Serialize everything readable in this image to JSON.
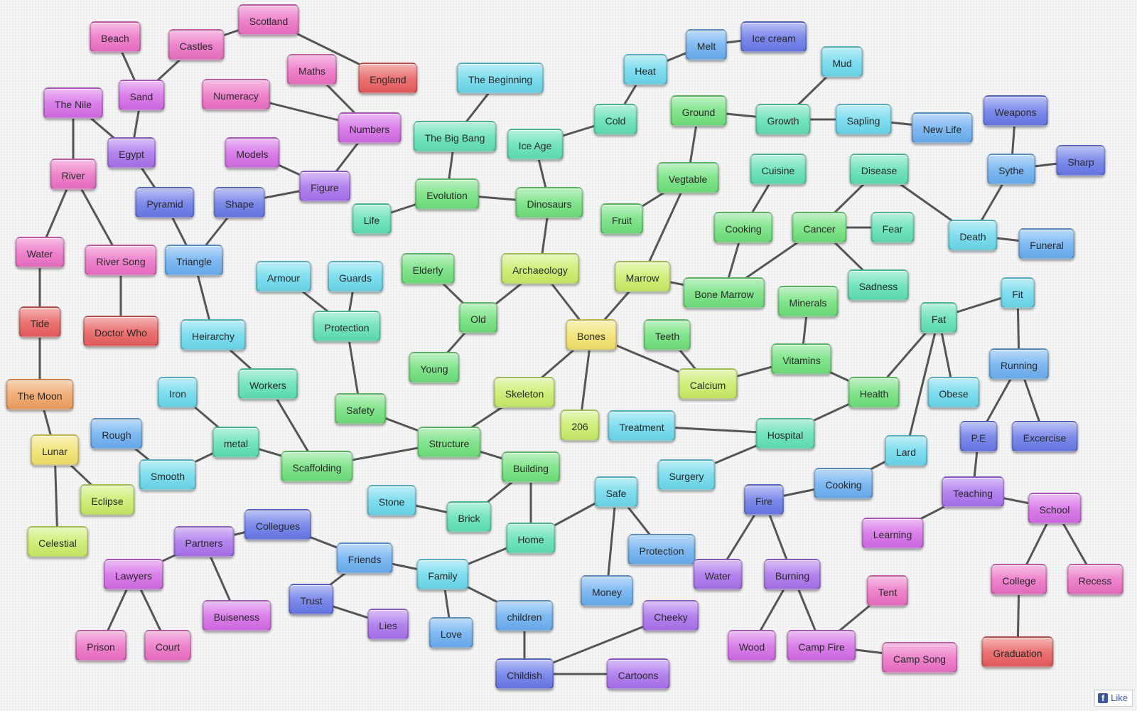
{
  "colors": {
    "pink": "#ec6fc4",
    "red": "#e85c5c",
    "orange": "#f0a060",
    "yellow": "#f2e06a",
    "lime": "#c8ec66",
    "green": "#6ee07a",
    "mint": "#5ee0b2",
    "cyan": "#6ad8ec",
    "blue": "#6aaef0",
    "indigo": "#6878e8",
    "purple": "#a870ec",
    "magenta": "#d46ae6"
  },
  "nodes": [
    {
      "id": "scotland",
      "label": "Scotland",
      "color": "pink"
    },
    {
      "id": "beach",
      "label": "Beach",
      "color": "pink"
    },
    {
      "id": "castles",
      "label": "Castles",
      "color": "pink"
    },
    {
      "id": "maths",
      "label": "Maths",
      "color": "pink"
    },
    {
      "id": "england",
      "label": "England",
      "color": "red"
    },
    {
      "id": "sand",
      "label": "Sand",
      "color": "magenta"
    },
    {
      "id": "numeracy",
      "label": "Numeracy",
      "color": "pink"
    },
    {
      "id": "thenile",
      "label": "The Nile",
      "color": "magenta"
    },
    {
      "id": "numbers",
      "label": "Numbers",
      "color": "magenta"
    },
    {
      "id": "egypt",
      "label": "Egypt",
      "color": "purple"
    },
    {
      "id": "models",
      "label": "Models",
      "color": "magenta"
    },
    {
      "id": "river",
      "label": "River",
      "color": "pink"
    },
    {
      "id": "figure",
      "label": "Figure",
      "color": "purple"
    },
    {
      "id": "pyramid",
      "label": "Pyramid",
      "color": "indigo"
    },
    {
      "id": "shape",
      "label": "Shape",
      "color": "indigo"
    },
    {
      "id": "water1",
      "label": "Water",
      "color": "pink"
    },
    {
      "id": "riversong",
      "label": "River Song",
      "color": "pink"
    },
    {
      "id": "triangle",
      "label": "Triangle",
      "color": "blue"
    },
    {
      "id": "tide",
      "label": "Tide",
      "color": "red"
    },
    {
      "id": "doctorwho",
      "label": "Doctor Who",
      "color": "red"
    },
    {
      "id": "themoon",
      "label": "The Moon",
      "color": "orange"
    },
    {
      "id": "lunar",
      "label": "Lunar",
      "color": "yellow"
    },
    {
      "id": "eclipse",
      "label": "Eclipse",
      "color": "lime"
    },
    {
      "id": "celestial",
      "label": "Celestial",
      "color": "lime"
    },
    {
      "id": "thebeginning",
      "label": "The Beginning",
      "color": "cyan"
    },
    {
      "id": "thebigbang",
      "label": "The Big Bang",
      "color": "mint"
    },
    {
      "id": "iceage",
      "label": "Ice Age",
      "color": "mint"
    },
    {
      "id": "evolution",
      "label": "Evolution",
      "color": "green"
    },
    {
      "id": "life",
      "label": "Life",
      "color": "mint"
    },
    {
      "id": "dinosaurs",
      "label": "Dinosaurs",
      "color": "green"
    },
    {
      "id": "elderly",
      "label": "Elderly",
      "color": "green"
    },
    {
      "id": "archaeology",
      "label": "Archaeology",
      "color": "lime"
    },
    {
      "id": "old",
      "label": "Old",
      "color": "green"
    },
    {
      "id": "young",
      "label": "Young",
      "color": "green"
    },
    {
      "id": "armour",
      "label": "Armour",
      "color": "cyan"
    },
    {
      "id": "guards",
      "label": "Guards",
      "color": "cyan"
    },
    {
      "id": "protection1",
      "label": "Protection",
      "color": "mint"
    },
    {
      "id": "heirarchy",
      "label": "Heirarchy",
      "color": "cyan"
    },
    {
      "id": "workers",
      "label": "Workers",
      "color": "mint"
    },
    {
      "id": "safety",
      "label": "Safety",
      "color": "green"
    },
    {
      "id": "iron",
      "label": "Iron",
      "color": "cyan"
    },
    {
      "id": "rough",
      "label": "Rough",
      "color": "blue"
    },
    {
      "id": "metal",
      "label": "metal",
      "color": "mint"
    },
    {
      "id": "smooth",
      "label": "Smooth",
      "color": "cyan"
    },
    {
      "id": "scaffolding",
      "label": "Scaffolding",
      "color": "green"
    },
    {
      "id": "structure",
      "label": "Structure",
      "color": "green"
    },
    {
      "id": "skeleton",
      "label": "Skeleton",
      "color": "lime"
    },
    {
      "id": "bones",
      "label": "Bones",
      "color": "yellow"
    },
    {
      "id": "n206",
      "label": "206",
      "color": "lime"
    },
    {
      "id": "building",
      "label": "Building",
      "color": "green"
    },
    {
      "id": "stone",
      "label": "Stone",
      "color": "cyan"
    },
    {
      "id": "brick",
      "label": "Brick",
      "color": "mint"
    },
    {
      "id": "home",
      "label": "Home",
      "color": "mint"
    },
    {
      "id": "heat",
      "label": "Heat",
      "color": "cyan"
    },
    {
      "id": "melt",
      "label": "Melt",
      "color": "blue"
    },
    {
      "id": "icecream",
      "label": "Ice cream",
      "color": "indigo"
    },
    {
      "id": "cold",
      "label": "Cold",
      "color": "mint"
    },
    {
      "id": "mud",
      "label": "Mud",
      "color": "cyan"
    },
    {
      "id": "ground",
      "label": "Ground",
      "color": "green"
    },
    {
      "id": "growth",
      "label": "Growth",
      "color": "mint"
    },
    {
      "id": "sapling",
      "label": "Sapling",
      "color": "cyan"
    },
    {
      "id": "newlife",
      "label": "New Life",
      "color": "blue"
    },
    {
      "id": "vegtable",
      "label": "Vegtable",
      "color": "green"
    },
    {
      "id": "fruit",
      "label": "Fruit",
      "color": "green"
    },
    {
      "id": "cuisine",
      "label": "Cuisine",
      "color": "mint"
    },
    {
      "id": "cooking1",
      "label": "Cooking",
      "color": "green"
    },
    {
      "id": "disease",
      "label": "Disease",
      "color": "mint"
    },
    {
      "id": "cancer",
      "label": "Cancer",
      "color": "green"
    },
    {
      "id": "fear",
      "label": "Fear",
      "color": "mint"
    },
    {
      "id": "marrow",
      "label": "Marrow",
      "color": "lime"
    },
    {
      "id": "bonemarrow",
      "label": "Bone Marrow",
      "color": "green"
    },
    {
      "id": "sadness",
      "label": "Sadness",
      "color": "mint"
    },
    {
      "id": "teeth",
      "label": "Teeth",
      "color": "green"
    },
    {
      "id": "minerals",
      "label": "Minerals",
      "color": "green"
    },
    {
      "id": "calcium",
      "label": "Calcium",
      "color": "lime"
    },
    {
      "id": "vitamins",
      "label": "Vitamins",
      "color": "green"
    },
    {
      "id": "health",
      "label": "Health",
      "color": "green"
    },
    {
      "id": "treatment",
      "label": "Treatment",
      "color": "cyan"
    },
    {
      "id": "hospital",
      "label": "Hospital",
      "color": "mint"
    },
    {
      "id": "surgery",
      "label": "Surgery",
      "color": "cyan"
    },
    {
      "id": "weapons",
      "label": "Weapons",
      "color": "indigo"
    },
    {
      "id": "sythe",
      "label": "Sythe",
      "color": "blue"
    },
    {
      "id": "sharp",
      "label": "Sharp",
      "color": "indigo"
    },
    {
      "id": "death",
      "label": "Death",
      "color": "cyan"
    },
    {
      "id": "funeral",
      "label": "Funeral",
      "color": "blue"
    },
    {
      "id": "fat",
      "label": "Fat",
      "color": "mint"
    },
    {
      "id": "fit",
      "label": "Fit",
      "color": "cyan"
    },
    {
      "id": "obese",
      "label": "Obese",
      "color": "cyan"
    },
    {
      "id": "running",
      "label": "Running",
      "color": "blue"
    },
    {
      "id": "lard",
      "label": "Lard",
      "color": "cyan"
    },
    {
      "id": "pe",
      "label": "P.E",
      "color": "indigo"
    },
    {
      "id": "excercise",
      "label": "Excercise",
      "color": "indigo"
    },
    {
      "id": "cooking2",
      "label": "Cooking",
      "color": "blue"
    },
    {
      "id": "fire",
      "label": "Fire",
      "color": "indigo"
    },
    {
      "id": "teaching",
      "label": "Teaching",
      "color": "purple"
    },
    {
      "id": "school",
      "label": "School",
      "color": "magenta"
    },
    {
      "id": "learning",
      "label": "Learning",
      "color": "magenta"
    },
    {
      "id": "safe",
      "label": "Safe",
      "color": "cyan"
    },
    {
      "id": "protection2",
      "label": "Protection",
      "color": "blue"
    },
    {
      "id": "money",
      "label": "Money",
      "color": "blue"
    },
    {
      "id": "water2",
      "label": "Water",
      "color": "purple"
    },
    {
      "id": "burning",
      "label": "Burning",
      "color": "purple"
    },
    {
      "id": "tent",
      "label": "Tent",
      "color": "pink"
    },
    {
      "id": "college",
      "label": "College",
      "color": "pink"
    },
    {
      "id": "recess",
      "label": "Recess",
      "color": "pink"
    },
    {
      "id": "graduation",
      "label": "Graduation",
      "color": "red"
    },
    {
      "id": "collegues",
      "label": "Collegues",
      "color": "indigo"
    },
    {
      "id": "partners",
      "label": "Partners",
      "color": "purple"
    },
    {
      "id": "friends",
      "label": "Friends",
      "color": "blue"
    },
    {
      "id": "lawyers",
      "label": "Lawyers",
      "color": "magenta"
    },
    {
      "id": "family",
      "label": "Family",
      "color": "cyan"
    },
    {
      "id": "trust",
      "label": "Trust",
      "color": "indigo"
    },
    {
      "id": "lies",
      "label": "Lies",
      "color": "purple"
    },
    {
      "id": "buiseness",
      "label": "Buiseness",
      "color": "magenta"
    },
    {
      "id": "children",
      "label": "children",
      "color": "blue"
    },
    {
      "id": "love",
      "label": "Love",
      "color": "blue"
    },
    {
      "id": "cheeky",
      "label": "Cheeky",
      "color": "purple"
    },
    {
      "id": "prison",
      "label": "Prison",
      "color": "pink"
    },
    {
      "id": "court",
      "label": "Court",
      "color": "pink"
    },
    {
      "id": "childish",
      "label": "Childish",
      "color": "indigo"
    },
    {
      "id": "cartoons",
      "label": "Cartoons",
      "color": "purple"
    },
    {
      "id": "wood",
      "label": "Wood",
      "color": "magenta"
    },
    {
      "id": "campfire",
      "label": "Camp Fire",
      "color": "magenta"
    },
    {
      "id": "campsong",
      "label": "Camp Song",
      "color": "pink"
    }
  ],
  "edges": [
    [
      "scotland",
      "castles"
    ],
    [
      "scotland",
      "england"
    ],
    [
      "castles",
      "sand"
    ],
    [
      "beach",
      "sand"
    ],
    [
      "sand",
      "egypt"
    ],
    [
      "thenile",
      "egypt"
    ],
    [
      "thenile",
      "river"
    ],
    [
      "egypt",
      "pyramid"
    ],
    [
      "maths",
      "numbers"
    ],
    [
      "numeracy",
      "numbers"
    ],
    [
      "numbers",
      "figure"
    ],
    [
      "models",
      "figure"
    ],
    [
      "figure",
      "shape"
    ],
    [
      "shape",
      "triangle"
    ],
    [
      "pyramid",
      "triangle"
    ],
    [
      "triangle",
      "heirarchy"
    ],
    [
      "river",
      "water1"
    ],
    [
      "river",
      "riversong"
    ],
    [
      "riversong",
      "doctorwho"
    ],
    [
      "water1",
      "tide"
    ],
    [
      "tide",
      "themoon"
    ],
    [
      "themoon",
      "lunar"
    ],
    [
      "lunar",
      "eclipse"
    ],
    [
      "lunar",
      "celestial"
    ],
    [
      "thebeginning",
      "thebigbang"
    ],
    [
      "thebigbang",
      "evolution"
    ],
    [
      "evolution",
      "life"
    ],
    [
      "evolution",
      "dinosaurs"
    ],
    [
      "iceage",
      "dinosaurs"
    ],
    [
      "iceage",
      "cold"
    ],
    [
      "dinosaurs",
      "archaeology"
    ],
    [
      "archaeology",
      "old"
    ],
    [
      "archaeology",
      "bones"
    ],
    [
      "elderly",
      "old"
    ],
    [
      "old",
      "young"
    ],
    [
      "armour",
      "protection1"
    ],
    [
      "guards",
      "protection1"
    ],
    [
      "protection1",
      "safety"
    ],
    [
      "heirarchy",
      "workers"
    ],
    [
      "workers",
      "scaffolding"
    ],
    [
      "safety",
      "structure"
    ],
    [
      "iron",
      "metal"
    ],
    [
      "rough",
      "smooth"
    ],
    [
      "metal",
      "smooth"
    ],
    [
      "metal",
      "scaffolding"
    ],
    [
      "scaffolding",
      "structure"
    ],
    [
      "structure",
      "skeleton"
    ],
    [
      "structure",
      "building"
    ],
    [
      "skeleton",
      "bones"
    ],
    [
      "bones",
      "n206"
    ],
    [
      "bones",
      "marrow"
    ],
    [
      "bones",
      "calcium"
    ],
    [
      "building",
      "brick"
    ],
    [
      "building",
      "home"
    ],
    [
      "stone",
      "brick"
    ],
    [
      "home",
      "family"
    ],
    [
      "home",
      "safe"
    ],
    [
      "cold",
      "heat"
    ],
    [
      "heat",
      "melt"
    ],
    [
      "melt",
      "icecream"
    ],
    [
      "ground",
      "vegtable"
    ],
    [
      "ground",
      "growth"
    ],
    [
      "growth",
      "mud"
    ],
    [
      "growth",
      "sapling"
    ],
    [
      "sapling",
      "newlife"
    ],
    [
      "vegtable",
      "fruit"
    ],
    [
      "vegtable",
      "marrow"
    ],
    [
      "marrow",
      "bonemarrow"
    ],
    [
      "cuisine",
      "cooking1"
    ],
    [
      "cooking1",
      "bonemarrow"
    ],
    [
      "bonemarrow",
      "cancer"
    ],
    [
      "cancer",
      "disease"
    ],
    [
      "cancer",
      "fear"
    ],
    [
      "cancer",
      "sadness"
    ],
    [
      "disease",
      "death"
    ],
    [
      "teeth",
      "calcium"
    ],
    [
      "calcium",
      "vitamins"
    ],
    [
      "minerals",
      "vitamins"
    ],
    [
      "vitamins",
      "health"
    ],
    [
      "health",
      "fat"
    ],
    [
      "health",
      "hospital"
    ],
    [
      "treatment",
      "hospital"
    ],
    [
      "hospital",
      "surgery"
    ],
    [
      "weapons",
      "sythe"
    ],
    [
      "sythe",
      "sharp"
    ],
    [
      "sythe",
      "death"
    ],
    [
      "death",
      "funeral"
    ],
    [
      "fat",
      "fit"
    ],
    [
      "fat",
      "obese"
    ],
    [
      "fat",
      "lard"
    ],
    [
      "fit",
      "running"
    ],
    [
      "running",
      "pe"
    ],
    [
      "running",
      "excercise"
    ],
    [
      "pe",
      "teaching"
    ],
    [
      "lard",
      "cooking2"
    ],
    [
      "cooking2",
      "fire"
    ],
    [
      "fire",
      "water2"
    ],
    [
      "fire",
      "burning"
    ],
    [
      "teaching",
      "learning"
    ],
    [
      "teaching",
      "school"
    ],
    [
      "school",
      "college"
    ],
    [
      "school",
      "recess"
    ],
    [
      "college",
      "graduation"
    ],
    [
      "safe",
      "protection2"
    ],
    [
      "safe",
      "money"
    ],
    [
      "burning",
      "wood"
    ],
    [
      "burning",
      "campfire"
    ],
    [
      "campfire",
      "tent"
    ],
    [
      "campfire",
      "campsong"
    ],
    [
      "partners",
      "collegues"
    ],
    [
      "partners",
      "lawyers"
    ],
    [
      "partners",
      "buiseness"
    ],
    [
      "collegues",
      "friends"
    ],
    [
      "friends",
      "family"
    ],
    [
      "friends",
      "trust"
    ],
    [
      "trust",
      "lies"
    ],
    [
      "lawyers",
      "prison"
    ],
    [
      "lawyers",
      "court"
    ],
    [
      "family",
      "love"
    ],
    [
      "family",
      "children"
    ],
    [
      "children",
      "childish"
    ],
    [
      "childish",
      "cheeky"
    ],
    [
      "childish",
      "cartoons"
    ]
  ],
  "like_button": {
    "label": "Like",
    "icon": "facebook-icon"
  }
}
